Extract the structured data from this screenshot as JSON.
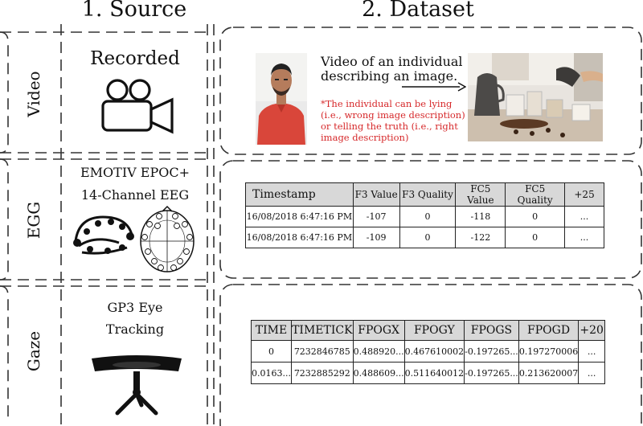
{
  "headers": {
    "source": "1. Source",
    "dataset": "2. Dataset"
  },
  "rows": {
    "video": "Video",
    "eeg": "EGG",
    "gaze": "Gaze"
  },
  "source": {
    "video_title": "Recorded",
    "eeg_line1": "EMOTIV EPOC+",
    "eeg_line2": "14-Channel EEG",
    "gaze_line1": "GP3 Eye",
    "gaze_line2": "Tracking"
  },
  "video_desc": {
    "line1": "Video of an individual",
    "line2": "describing an image.",
    "note1": "*The individual can be lying",
    "note2": "(i.e., wrong image description)",
    "note3": "or telling the truth (i.e., right",
    "note4": "image description)"
  },
  "eeg_table": {
    "headers": [
      "Timestamp",
      "F3 Value",
      "F3 Quality",
      "FC5 Value",
      "FC5 Quality",
      "+25"
    ],
    "rows": [
      [
        "16/08/2018  6:47:16 PM",
        "-107",
        "0",
        "-118",
        "0",
        "..."
      ],
      [
        "16/08/2018  6:47:16 PM",
        "-109",
        "0",
        "-122",
        "0",
        "..."
      ]
    ]
  },
  "gaze_table": {
    "headers": [
      "TIME",
      "TIMETICK",
      "FPOGX",
      "FPOGY",
      "FPOGS",
      "FPOGD",
      "+20"
    ],
    "rows": [
      [
        "0",
        "7232846785",
        "0.488920...",
        "0.467610002",
        "-0.197265...",
        "0.197270006",
        "..."
      ],
      [
        "0.0163...",
        "7232885292",
        "0.488609...",
        "0.511640012",
        "-0.197265...",
        "0.213620007",
        "..."
      ]
    ]
  },
  "colors": {
    "note_red": "#d6282a",
    "table_header_gray": "#d8d8d8",
    "shirt_red": "#d9463a"
  },
  "icons": [
    "video-camera-icon",
    "arrow-right-icon",
    "eeg-headset-icon",
    "electrode-map-icon",
    "eye-tracker-icon"
  ]
}
